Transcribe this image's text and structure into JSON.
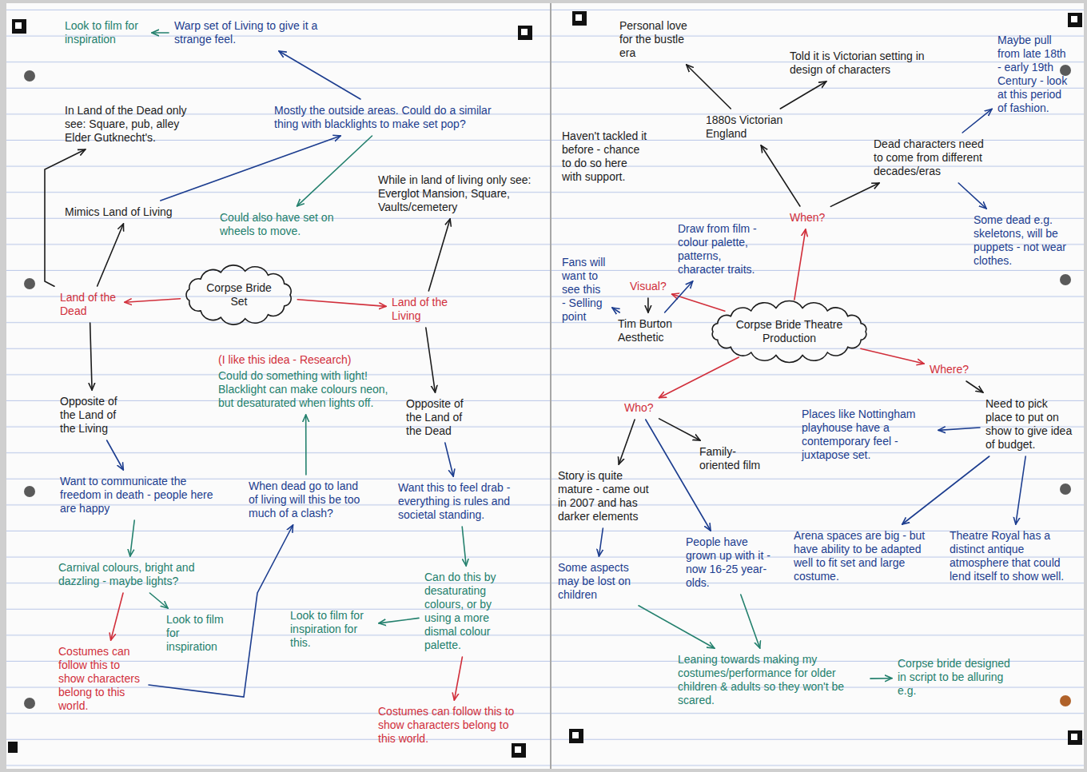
{
  "diagram": {
    "nodes": [
      {
        "text": [
          "Look to film for inspiration"
        ]
      },
      {
        "text": [
          "Warp set of Living to give it a strange feel."
        ]
      },
      {
        "text": [
          "In Land of the Dead only see: Square, pub, alley Elder Gutknecht's."
        ]
      },
      {
        "text": [
          "Mostly the outside areas. Could do a similar thing with blacklights to make set pop?"
        ]
      },
      {
        "text": [
          "While in land of living only see: Everglot Mansion, Square, Vaults/cemetery"
        ]
      },
      {
        "text": [
          "Mimics Land of Living"
        ]
      },
      {
        "text": [
          "Could also have set on wheels to move."
        ]
      },
      {
        "text": [
          "Corpse Bride Set"
        ]
      },
      {
        "text": [
          "Land of the Dead"
        ]
      },
      {
        "text": [
          "Land of the Living"
        ]
      },
      {
        "text": [
          "(I like this idea - Research)",
          "Could do something with light! Blacklight can make colours neon, but desaturated when lights off."
        ]
      },
      {
        "text": [
          "Opposite of the Land of the Living"
        ]
      },
      {
        "text": [
          "Opposite of the Land of the Dead"
        ]
      },
      {
        "text": [
          "Want to communicate the freedom in death - people here are happy"
        ]
      },
      {
        "text": [
          "When dead go to land of living will this be too much of a clash?"
        ]
      },
      {
        "text": [
          "Want this to feel drab - everything is rules and societal standing."
        ]
      },
      {
        "text": [
          "Carnival colours, bright and dazzling - maybe lights?"
        ]
      },
      {
        "text": [
          "Can do this by desaturating colours, or by using a more dismal colour palette."
        ]
      },
      {
        "text": [
          "Look to film for inspiration"
        ]
      },
      {
        "text": [
          "Look to film for inspiration for this."
        ]
      },
      {
        "text": [
          "Costumes can follow this to show characters belong to this world."
        ]
      },
      {
        "text": [
          "Costumes can follow this to show characters belong to this world."
        ]
      },
      {
        "text": [
          "Personal love for the bustle era"
        ]
      },
      {
        "text": [
          "Told it is Victorian setting in design of characters"
        ]
      },
      {
        "text": [
          "Maybe pull from late 18th - early 19th Century - look at this period of fashion."
        ]
      },
      {
        "text": [
          "1880s Victorian England"
        ]
      },
      {
        "text": [
          "Haven't tackled it before - chance to do so here with support."
        ]
      },
      {
        "text": [
          "Dead characters need to come from different decades/eras"
        ]
      },
      {
        "text": [
          "When?"
        ]
      },
      {
        "text": [
          "Some dead e.g. skeletons, will be puppets - not wear clothes."
        ]
      },
      {
        "text": [
          "Draw from film - colour palette, patterns, character traits."
        ]
      },
      {
        "text": [
          "Fans will want to see this - Selling point"
        ]
      },
      {
        "text": [
          "Visual?"
        ]
      },
      {
        "text": [
          "Corpse Bride Theatre Production"
        ]
      },
      {
        "text": [
          "Tim Burton Aesthetic"
        ]
      },
      {
        "text": [
          "Where?"
        ]
      },
      {
        "text": [
          "Who?"
        ]
      },
      {
        "text": [
          "Need to pick place to put on show to give idea of budget."
        ]
      },
      {
        "text": [
          "Places like Nottingham playhouse have a contemporary feel - juxtapose set."
        ]
      },
      {
        "text": [
          "Family-oriented film"
        ]
      },
      {
        "text": [
          "Story is quite mature - came out in 2007 and has darker elements"
        ]
      },
      {
        "text": [
          "People have grown up with it - now 16-25 year-olds."
        ]
      },
      {
        "text": [
          "Arena spaces are big - but have ability to be adapted well to fit set and large costume."
        ]
      },
      {
        "text": [
          "Theatre Royal has a distinct antique atmosphere that could lend itself to show well."
        ]
      },
      {
        "text": [
          "Some aspects may be lost on children"
        ]
      },
      {
        "text": [
          "Leaning towards making my costumes/performance for older children & adults so they won't be scared."
        ]
      },
      {
        "text": [
          "Corpse bride designed in script to be alluring e.g."
        ]
      }
    ],
    "edges": [
      {
        "from": 1,
        "to": 0,
        "arrow": "to"
      },
      {
        "from": 3,
        "to": 1,
        "arrow": "to"
      },
      {
        "from": 5,
        "to": 3,
        "arrow": "to"
      },
      {
        "from": 3,
        "to": 6,
        "arrow": "to"
      },
      {
        "from": 8,
        "to": 2,
        "arrow": "to"
      },
      {
        "from": 8,
        "to": 5,
        "arrow": "to"
      },
      {
        "from": 7,
        "to": 8,
        "arrow": "to"
      },
      {
        "from": 7,
        "to": 9,
        "arrow": "to"
      },
      {
        "from": 9,
        "to": 4,
        "arrow": "to"
      },
      {
        "from": 8,
        "to": 11,
        "arrow": "to"
      },
      {
        "from": 9,
        "to": 12,
        "arrow": "to"
      },
      {
        "from": 11,
        "to": 13,
        "arrow": "to"
      },
      {
        "from": 13,
        "to": 16,
        "arrow": "to"
      },
      {
        "from": 16,
        "to": 20,
        "arrow": "to"
      },
      {
        "from": 16,
        "to": 18,
        "arrow": "to"
      },
      {
        "from": 20,
        "to": 14,
        "arrow": "to"
      },
      {
        "from": 14,
        "to": 10,
        "arrow": "to"
      },
      {
        "from": 12,
        "to": 15,
        "arrow": "to"
      },
      {
        "from": 15,
        "to": 17,
        "arrow": "to"
      },
      {
        "from": 17,
        "to": 19,
        "arrow": "to"
      },
      {
        "from": 17,
        "to": 21,
        "arrow": "to"
      },
      {
        "from": 33,
        "to": 28,
        "arrow": "to"
      },
      {
        "from": 28,
        "to": 25,
        "arrow": "to"
      },
      {
        "from": 25,
        "to": 22,
        "arrow": "to"
      },
      {
        "from": 25,
        "to": 23,
        "arrow": "to"
      },
      {
        "from": 28,
        "to": 27,
        "arrow": "to"
      },
      {
        "from": 27,
        "to": 24,
        "arrow": "to"
      },
      {
        "from": 27,
        "to": 29,
        "arrow": "to"
      },
      {
        "from": 33,
        "to": 32,
        "arrow": "to"
      },
      {
        "from": 32,
        "to": 34,
        "arrow": "to"
      },
      {
        "from": 34,
        "to": 31,
        "arrow": "to"
      },
      {
        "from": 34,
        "to": 30,
        "arrow": "to"
      },
      {
        "from": 33,
        "to": 35,
        "arrow": "to"
      },
      {
        "from": 35,
        "to": 37,
        "arrow": "to"
      },
      {
        "from": 37,
        "to": 38,
        "arrow": "to"
      },
      {
        "from": 37,
        "to": 43,
        "arrow": "to"
      },
      {
        "from": 37,
        "to": 42,
        "arrow": "to"
      },
      {
        "from": 33,
        "to": 36,
        "arrow": "to"
      },
      {
        "from": 36,
        "to": 40,
        "arrow": "to"
      },
      {
        "from": 36,
        "to": 39,
        "arrow": "to"
      },
      {
        "from": 36,
        "to": 41,
        "arrow": "to"
      },
      {
        "from": 40,
        "to": 44,
        "arrow": "to"
      },
      {
        "from": 44,
        "to": 45,
        "arrow": "to"
      },
      {
        "from": 41,
        "to": 45,
        "arrow": "to"
      },
      {
        "from": 45,
        "to": 46,
        "arrow": "to"
      }
    ]
  }
}
